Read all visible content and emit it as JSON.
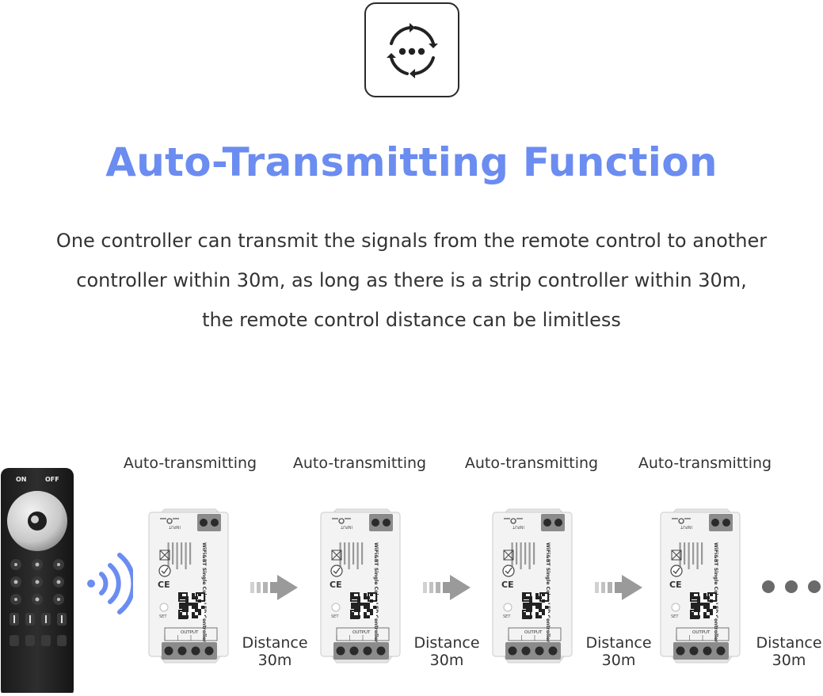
{
  "header": {
    "icon": "auto-transmit-icon",
    "title": "Auto-Transmitting Function",
    "title_color": "#6b8cf0"
  },
  "description": {
    "lines": [
      "One controller can transmit the signals from the remote control to another",
      "controller within 30m, as long as there is a strip controller within 30m,",
      "the remote control distance can be limitless"
    ]
  },
  "remote": {
    "on_label": "ON",
    "off_label": "OFF"
  },
  "chain": {
    "labels": [
      "Auto-transmitting",
      "Auto-transmitting",
      "Auto-transmitting",
      "Auto-transmitting"
    ],
    "distances": [
      {
        "line1": "Distance",
        "line2": "30m"
      },
      {
        "line1": "Distance",
        "line2": "30m"
      },
      {
        "line1": "Distance",
        "line2": "30m"
      },
      {
        "line1": "Distance",
        "line2": "30m"
      }
    ],
    "controller": {
      "brand_text": "WiFi&BT Single Color LED Controller",
      "input_label": "INPUT",
      "output_label": "OUTPUT",
      "set_label": "SET"
    },
    "signal_color": "#6b8cf0",
    "arrow_color": "#9a9a9a"
  }
}
